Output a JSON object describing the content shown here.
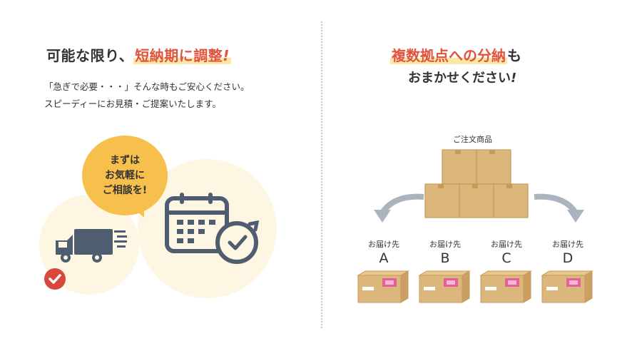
{
  "left": {
    "heading_prefix": "可能な限り、",
    "heading_highlight": "短納期に調整",
    "heading_bang": "!",
    "desc_line1": "「急ぎで必要・・・」そんな時もご安心ください。",
    "desc_line2": "スピーディーにお見積・ご提案いたします。",
    "bubble_line1": "まずは",
    "bubble_line2": "お気軽に",
    "bubble_line3": "ご相談を!",
    "icons": [
      "truck-icon",
      "check-icon",
      "calendar-icon",
      "clock-icon",
      "speech-bubble-icon"
    ]
  },
  "right": {
    "heading_highlight": "複数拠点への分納",
    "heading_suffix": "も",
    "subheading": "おまかせください",
    "subheading_bang": "!",
    "source_label": "ご注文商品",
    "destinations": [
      {
        "label": "お届け先",
        "letter": "A"
      },
      {
        "label": "お届け先",
        "letter": "B"
      },
      {
        "label": "お届け先",
        "letter": "C"
      },
      {
        "label": "お届け先",
        "letter": "D"
      }
    ],
    "icons": [
      "box-stack-icon",
      "arrow-left-icon",
      "arrow-right-icon",
      "box-icon"
    ]
  },
  "colors": {
    "accent_red": "#e0533f",
    "highlight_yellow": "#fbe8a8",
    "bubble_orange": "#f7c04c",
    "icon_slate": "#4f5d70",
    "circle_cream": "#fdf6e2",
    "box_tan": "#dcb77c",
    "arrow_gray": "#a9b4bf",
    "label_pink": "#e3609b"
  }
}
